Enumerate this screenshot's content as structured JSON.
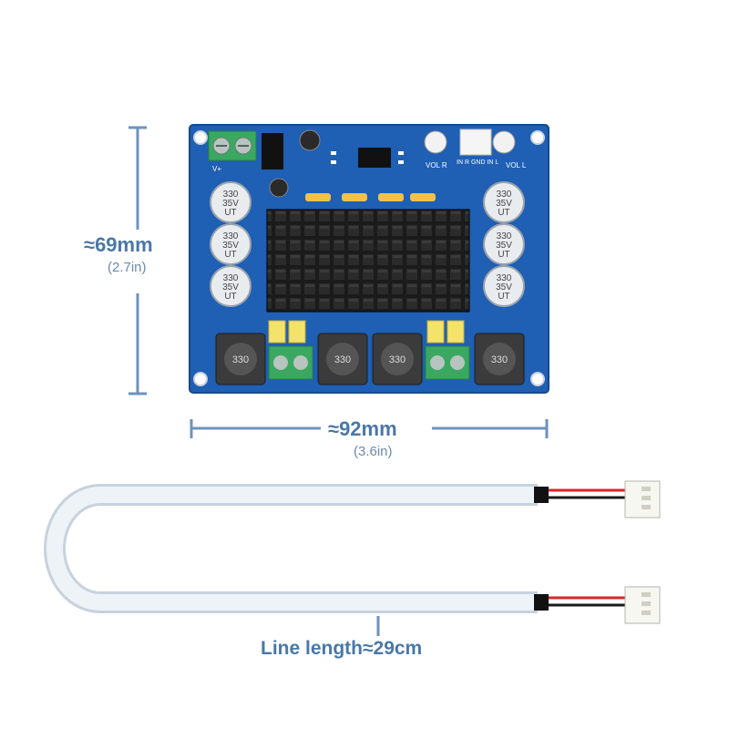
{
  "height_dim": {
    "label": "≈69mm",
    "sub": "(2.7in)"
  },
  "width_dim": {
    "label": "≈92mm",
    "sub": "(3.6in)"
  },
  "cable": {
    "label": "Line length≈29cm"
  },
  "board": {
    "capacitor_text": [
      "330",
      "35V",
      "UT"
    ],
    "inductor_text": "330",
    "silk_power": "V+",
    "silk_vol": "VOL R",
    "silk_inputs": "IN R GND IN L",
    "silk_vol_l": "VOL L"
  },
  "colors": {
    "dimension": "#4a78a8",
    "pcb": "#1f5fb4",
    "heatsink": "#1a1a1a",
    "terminal": "#3aa860",
    "cable": "#e8eef5"
  }
}
